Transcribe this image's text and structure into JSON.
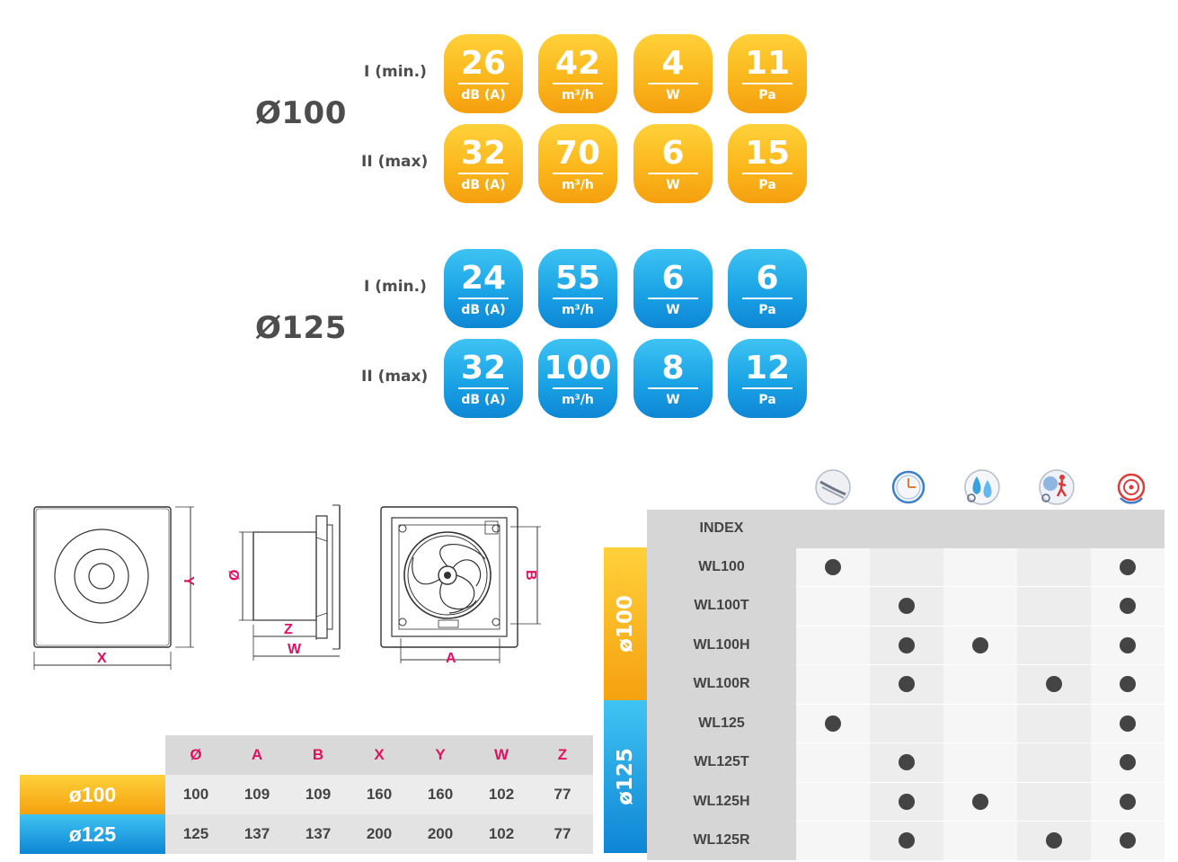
{
  "specs": [
    {
      "diameter": "Ø100",
      "color": "#f7a81a",
      "rows": [
        {
          "label": "I (min.)",
          "cells": [
            {
              "value": "26",
              "unit": "dB (A)"
            },
            {
              "value": "42",
              "unit": "m³/h"
            },
            {
              "value": "4",
              "unit": "W"
            },
            {
              "value": "11",
              "unit": "Pa"
            }
          ]
        },
        {
          "label": "II (max)",
          "cells": [
            {
              "value": "32",
              "unit": "dB (A)"
            },
            {
              "value": "70",
              "unit": "m³/h"
            },
            {
              "value": "6",
              "unit": "W"
            },
            {
              "value": "15",
              "unit": "Pa"
            }
          ]
        }
      ]
    },
    {
      "diameter": "Ø125",
      "color": "#1aa3e6",
      "rows": [
        {
          "label": "I (min.)",
          "cells": [
            {
              "value": "24",
              "unit": "dB (A)"
            },
            {
              "value": "55",
              "unit": "m³/h"
            },
            {
              "value": "6",
              "unit": "W"
            },
            {
              "value": "6",
              "unit": "Pa"
            }
          ]
        },
        {
          "label": "II (max)",
          "cells": [
            {
              "value": "32",
              "unit": "dB (A)"
            },
            {
              "value": "100",
              "unit": "m³/h"
            },
            {
              "value": "8",
              "unit": "W"
            },
            {
              "value": "12",
              "unit": "Pa"
            }
          ]
        }
      ]
    }
  ],
  "drawing_labels": {
    "x": "X",
    "y": "Y",
    "phi": "Ø",
    "z": "Z",
    "w": "W",
    "a": "A",
    "b": "B"
  },
  "dimensions": {
    "headers": [
      "Ø",
      "A",
      "B",
      "X",
      "Y",
      "W",
      "Z"
    ],
    "rows": [
      {
        "label": "ø100",
        "values": [
          "100",
          "109",
          "109",
          "160",
          "160",
          "102",
          "77"
        ]
      },
      {
        "label": "ø125",
        "values": [
          "125",
          "137",
          "137",
          "200",
          "200",
          "102",
          "77"
        ]
      }
    ]
  },
  "index": {
    "header": "INDEX",
    "feature_icons": [
      "pull-cord-icon",
      "timer-icon",
      "humidity-sensor-icon",
      "motion-sensor-icon",
      "ball-bearing-icon"
    ],
    "groups": [
      {
        "label": "ø100",
        "models": [
          {
            "name": "WL100",
            "features": [
              true,
              false,
              false,
              false,
              true
            ]
          },
          {
            "name": "WL100T",
            "features": [
              false,
              true,
              false,
              false,
              true
            ]
          },
          {
            "name": "WL100H",
            "features": [
              false,
              true,
              true,
              false,
              true
            ]
          },
          {
            "name": "WL100R",
            "features": [
              false,
              true,
              false,
              true,
              true
            ]
          }
        ]
      },
      {
        "label": "ø125",
        "models": [
          {
            "name": "WL125",
            "features": [
              true,
              false,
              false,
              false,
              true
            ]
          },
          {
            "name": "WL125T",
            "features": [
              false,
              true,
              false,
              false,
              true
            ]
          },
          {
            "name": "WL125H",
            "features": [
              false,
              true,
              true,
              false,
              true
            ]
          },
          {
            "name": "WL125R",
            "features": [
              false,
              true,
              false,
              true,
              true
            ]
          }
        ]
      }
    ]
  }
}
